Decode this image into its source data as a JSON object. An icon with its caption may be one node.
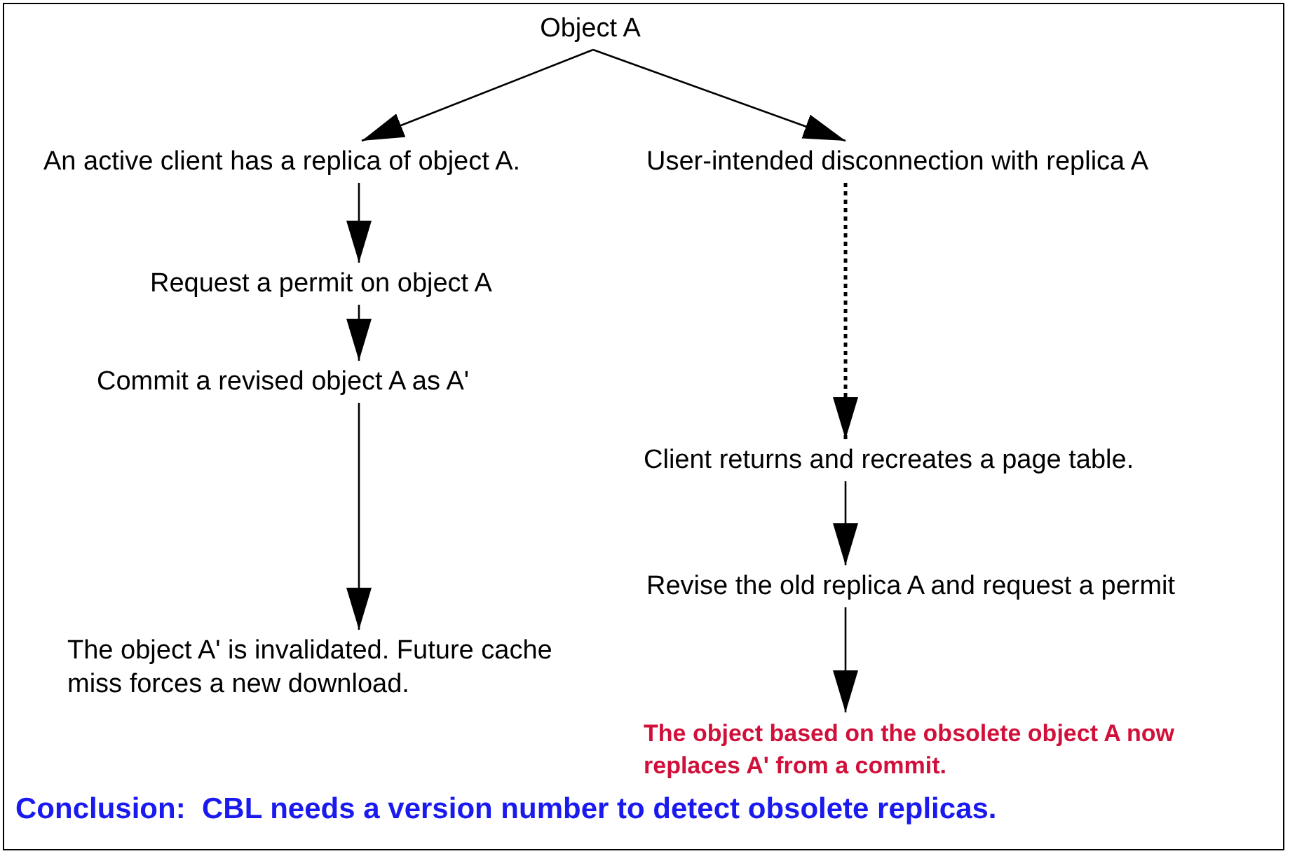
{
  "diagram": {
    "nodes": [
      {
        "text": [
          "Object A"
        ]
      },
      {
        "text": [
          "An active client has a replica of object A."
        ]
      },
      {
        "text": [
          "Request a permit on object A"
        ]
      },
      {
        "text": [
          "Commit a revised object A as A'"
        ]
      },
      {
        "text": [
          "The object A' is invalidated.  Future cache miss forces a new download."
        ]
      },
      {
        "text": [
          "User-intended disconnection with replica A"
        ]
      },
      {
        "text": [
          "Client returns and recreates a page table."
        ]
      },
      {
        "text": [
          "Revise the old replica A and request a permit"
        ]
      },
      {
        "text": [
          "The object based on the obsolete object A now replaces A' from a commit."
        ]
      }
    ],
    "edges": [
      {
        "from": 0,
        "to": 1,
        "arrow": "to"
      },
      {
        "from": 0,
        "to": 5,
        "arrow": "to"
      },
      {
        "from": 1,
        "to": 2,
        "arrow": "to"
      },
      {
        "from": 2,
        "to": 3,
        "arrow": "to"
      },
      {
        "from": 3,
        "to": 4,
        "arrow": "to"
      },
      {
        "from": 5,
        "to": 6,
        "arrow": "to",
        "style": "dashed"
      },
      {
        "from": 6,
        "to": 7,
        "arrow": "to"
      },
      {
        "from": 7,
        "to": 8,
        "arrow": "to"
      }
    ],
    "caption": "Conclusion:  CBL needs a version number to detect obsolete replicas."
  }
}
